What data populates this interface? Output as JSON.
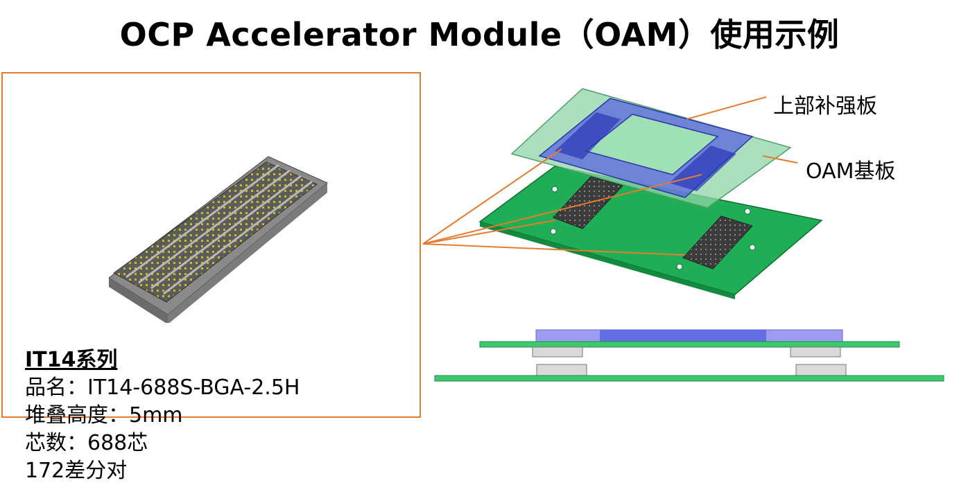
{
  "title": "OCP Accelerator Module（OAM）使用示例",
  "colors": {
    "accent_orange": "#e47b2f",
    "pcb_green": "#1fae55",
    "oam_board_green": "#8fd6a7",
    "stiffener_blue": "#5a66e0"
  },
  "product": {
    "series": "IT14系列",
    "lines": [
      "品名：IT14-688S-BGA-2.5H",
      "堆叠高度：5mm",
      "芯数：688芯",
      "172差分对"
    ]
  },
  "callouts": {
    "stiffener": "上部补强板",
    "oam_board": "OAM基板"
  }
}
